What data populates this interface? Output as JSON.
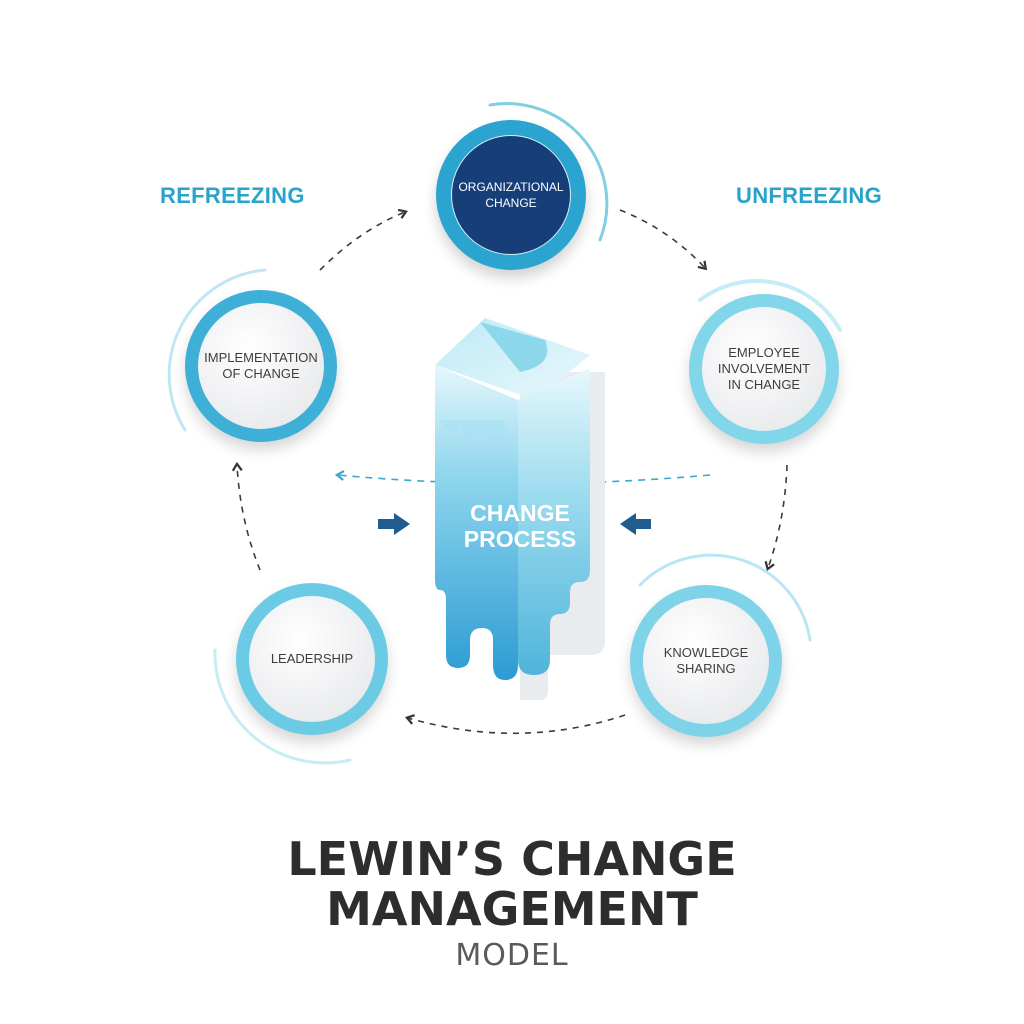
{
  "diagram": {
    "title_line1": "LEWIN’S CHANGE",
    "title_line2": "MANAGEMENT",
    "subtitle": "MODEL",
    "center": {
      "label": "CHANGE\nPROCESS",
      "shape": "melting-ice-block"
    },
    "stages": {
      "left": "REFREEZING",
      "right": "UNFREEZING"
    },
    "nodes": [
      {
        "id": "top",
        "label": "ORGANIZATIONAL\nCHANGE",
        "style": "filled-dark"
      },
      {
        "id": "right-upper",
        "label": "EMPLOYEE\nINVOLVEMENT\nIN CHANGE",
        "style": "ring-light"
      },
      {
        "id": "right-lower",
        "label": "KNOWLEDGE\nSHARING",
        "style": "ring-light"
      },
      {
        "id": "left-lower",
        "label": "LEADERSHIP",
        "style": "ring"
      },
      {
        "id": "left-upper",
        "label": "IMPLEMENTATION\nOF CHANGE",
        "style": "ring"
      }
    ],
    "flow": [
      "top",
      "right-upper",
      "right-lower",
      "left-lower",
      "left-upper",
      "top"
    ],
    "colors": {
      "accent": "#29a3c9",
      "ring": "#3fb2d9",
      "ring_light": "#7fd3e6",
      "dark_fill": "#163f7a",
      "arrow_dark": "#1f5c8f",
      "title": "#2b2d2f"
    }
  }
}
